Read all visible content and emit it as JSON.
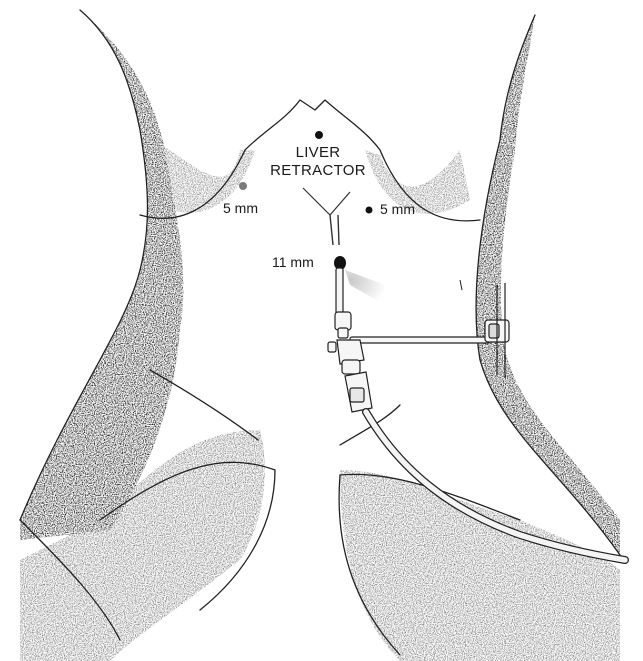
{
  "labels": {
    "liver_retractor_line1": "LIVER",
    "liver_retractor_line2": "RETRACTOR",
    "port_left": "5 mm",
    "port_right": "5 mm",
    "port_camera": "11 mm"
  },
  "colors": {
    "ink": "#1a1a1a",
    "skin_outline": "#222222",
    "port_left_dot": "#7a7a7a",
    "port_dark_dot": "#111111",
    "tube": "#f4f4f4"
  },
  "icons": {
    "body": "torso-outline",
    "ports": "trocar-port-dots",
    "instrument": "laparoscope-with-clamp"
  }
}
